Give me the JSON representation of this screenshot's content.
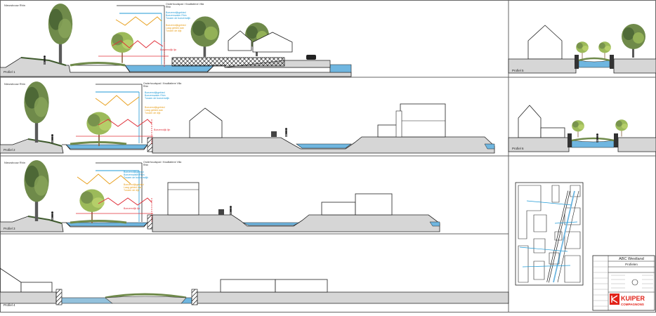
{
  "colors": {
    "water": "#6fb6e0",
    "ground": "#d6d6d6",
    "outline": "#222222",
    "tree": "#6f8a4a",
    "tree_dark": "#3f5a2e",
    "tree_light": "#9cba5a",
    "label_blue": "#1f9ad6",
    "label_orange": "#e8a01e",
    "label_red": "#e0303a",
    "brand_red": "#e2231a"
  },
  "profiles": {
    "p1": {
      "label": "Profiel 1",
      "note": "Nieuwbouw Rhin"
    },
    "p2": {
      "label": "Profiel 2",
      "note": "Nieuwbouw Rhin"
    },
    "p3": {
      "label": "Profiel 3",
      "note": "Nieuwbouw Rhin"
    },
    "p4": {
      "label": "Profiel 4"
    },
    "p5": {
      "label": "Profiel 5"
    },
    "p6": {
      "label": "Profiel 6"
    }
  },
  "annotations": {
    "black_label": "Onderhoudspad / Kwalitatieve Villa",
    "black_sub": "Rhin",
    "blue_label": "Boezemdijkgebied",
    "blue_sub": "Boezemwater Rhin",
    "blue_sub2": "Tussen de boezemdijk",
    "orange_label": "Boezemdijkgebied",
    "orange_sub": "Laag gebied aan",
    "orange_sub2": "Tussen de dijk",
    "red_label": "Boezemdijk lijn"
  },
  "titleblock": {
    "project": "ABC Westland",
    "subject": "Profielen",
    "brand_top": "KUIPER",
    "brand_bottom": "COMPAGNONS"
  }
}
